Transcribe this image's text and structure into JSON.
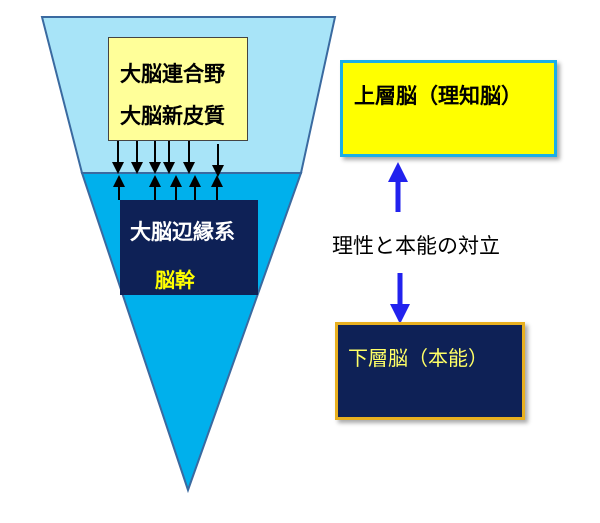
{
  "upper_brain_box": {
    "line1": "大脳連合野",
    "line2": "大脳新皮質"
  },
  "lower_brain_box": {
    "line1": "大脳辺縁系",
    "line2": "脳幹"
  },
  "upper_layer_label": "上層脳（理知脳）",
  "lower_layer_label": "下層脳（本能）",
  "conflict_label": "理性と本能の対立",
  "colors": {
    "upper_region": "#a8e4f8",
    "lower_region": "#00b0ec",
    "yellow_box": "#ffff99",
    "navy_box": "#0e2156",
    "bright_yellow": "#ffff00",
    "arrow_blue": "#2222ee"
  }
}
